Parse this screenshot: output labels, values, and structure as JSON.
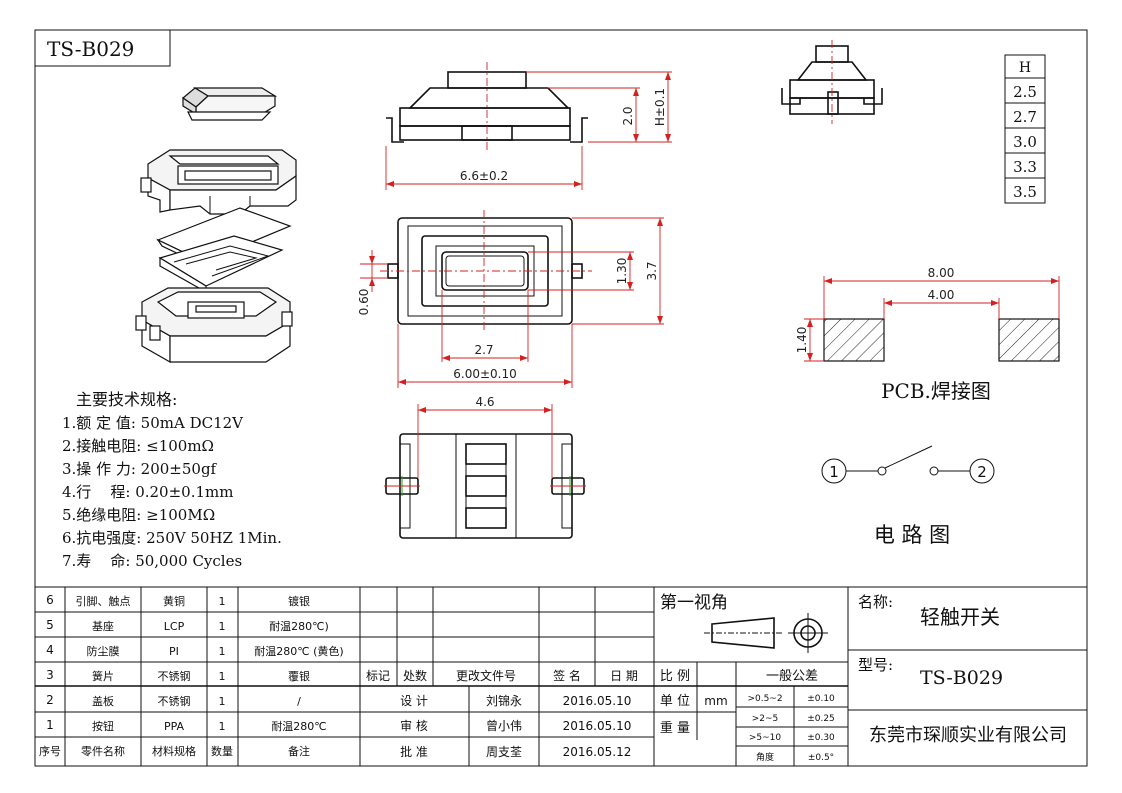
{
  "title_block": {
    "part_code": "TS-B029"
  },
  "dimensions": {
    "width_side": "6.6±0.2",
    "height_2": "2.0",
    "height_h": "H±0.1",
    "width_top": "6.00±0.10",
    "inner_2_7": "2.7",
    "inner_1_30": "1.30",
    "depth_3_7": "3.7",
    "side_0_60": "0.60",
    "bottom_4_6": "4.6"
  },
  "h_table": {
    "header": "H",
    "values": [
      "2.5",
      "2.7",
      "3.0",
      "3.3",
      "3.5"
    ]
  },
  "pcb": {
    "dim_8_00": "8.00",
    "dim_4_00": "4.00",
    "dim_1_40": "1.40",
    "title": "PCB.焊接图"
  },
  "circuit": {
    "node1": "1",
    "node2": "2",
    "title": "电 路 图"
  },
  "specs": {
    "heading": "主要技术规格:",
    "items": [
      "1.额 定 值: 50mA DC12V",
      "2.接触电阻: ≤100mΩ",
      "3.操 作 力: 200±50gf",
      "4.行    程: 0.20±0.1mm",
      "5.绝缘电阻: ≥100MΩ",
      "6.抗电强度: 250V 50HZ 1Min.",
      "7.寿    命: 50,000 Cycles"
    ]
  },
  "bom": {
    "rows": [
      {
        "no": "6",
        "name": "引脚、触点",
        "material": "黄铜",
        "qty": "1",
        "note": "镀银"
      },
      {
        "no": "5",
        "name": "基座",
        "material": "LCP",
        "qty": "1",
        "note": "耐温280℃)"
      },
      {
        "no": "4",
        "name": "防尘膜",
        "material": "PI",
        "qty": "1",
        "note": "耐温280℃ (黄色)"
      },
      {
        "no": "3",
        "name": "簧片",
        "material": "不锈钢",
        "qty": "1",
        "note": "覆银"
      },
      {
        "no": "2",
        "name": "盖板",
        "material": "不锈钢",
        "qty": "1",
        "note": "/"
      },
      {
        "no": "1",
        "name": "按钮",
        "material": "PPA",
        "qty": "1",
        "note": "耐温280℃"
      }
    ],
    "header": {
      "no": "序号",
      "name": "零件名称",
      "material": "材料规格",
      "qty": "数量",
      "note": "备注"
    }
  },
  "revision": {
    "header": [
      "标记",
      "处数",
      "更改文件号",
      "签 名",
      "日 期"
    ],
    "rows": [
      {
        "role": "设  计",
        "person": "刘锦永",
        "date": "2016.05.10"
      },
      {
        "role": "审  核",
        "person": "曾小伟",
        "date": "2016.05.10"
      },
      {
        "role": "批  准",
        "person": "周支荃",
        "date": "2016.05.12"
      }
    ]
  },
  "view": {
    "label": "第一视角"
  },
  "scale": {
    "ratio_label": "比 例",
    "unit_label": "单 位",
    "unit": "mm",
    "weight_label": "重 量"
  },
  "tolerance": {
    "title": "一般公差",
    "rows": [
      {
        "range": ">0.5~2",
        "tol": "±0.10"
      },
      {
        "range": ">2~5",
        "tol": "±0.25"
      },
      {
        "range": ">5~10",
        "tol": "±0.30"
      },
      {
        "range": "角度",
        "tol": "±0.5°"
      }
    ]
  },
  "product": {
    "name_label": "名称:",
    "name": "轻触开关",
    "model_label": "型号:",
    "model": "TS-B029",
    "company": "东莞市琛顺实业有限公司"
  }
}
